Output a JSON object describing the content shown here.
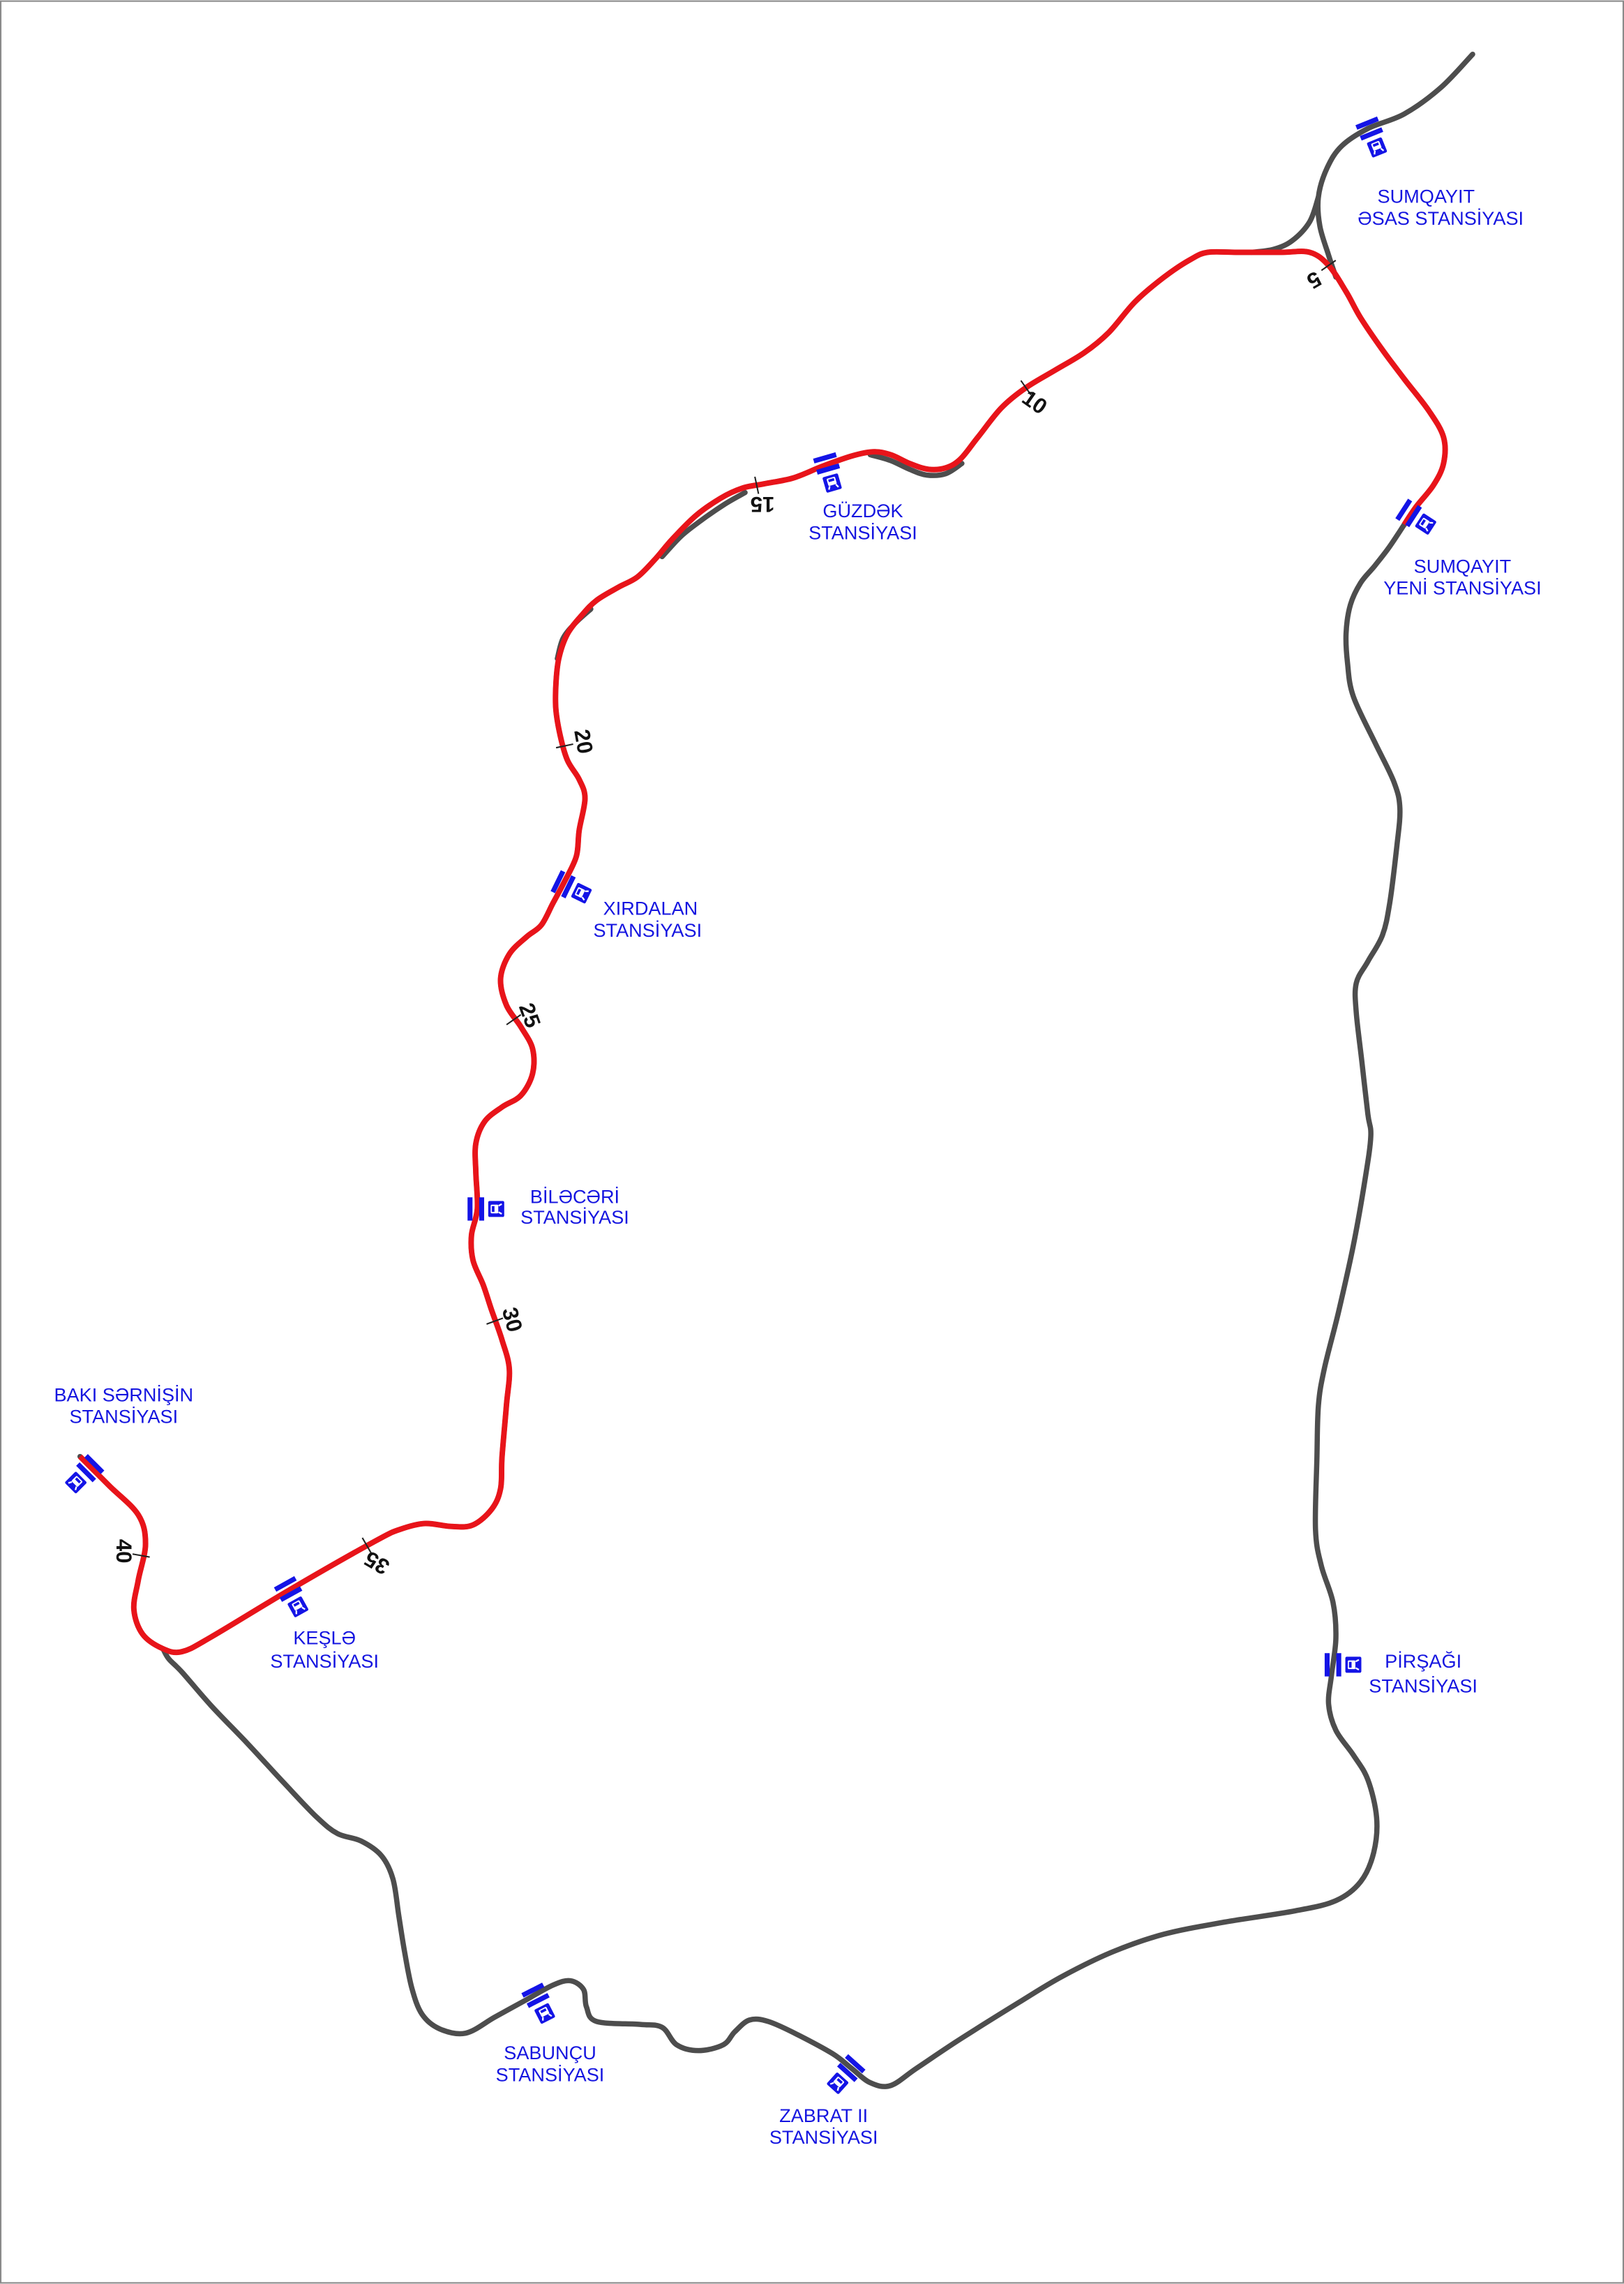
{
  "map": {
    "stations": [
      {
        "name_line1": "SUMQAYIT",
        "name_line2": "ƏSAS STANSİYASI"
      },
      {
        "name_line1": "SUMQAYIT",
        "name_line2": "YENİ STANSİYASI"
      },
      {
        "name_line1": "GÜZDƏK",
        "name_line2": "STANSİYASI"
      },
      {
        "name_line1": "XIRDALAN",
        "name_line2": "STANSİYASI"
      },
      {
        "name_line1": "BİLƏCƏRİ",
        "name_line2": "STANSİYASI"
      },
      {
        "name_line1": "BAKI SƏRNİŞİN",
        "name_line2": "STANSİYASI"
      },
      {
        "name_line1": "KEŞLƏ",
        "name_line2": "STANSİYASI"
      },
      {
        "name_line1": "PİRŞAĞI",
        "name_line2": "STANSİYASI"
      },
      {
        "name_line1": "SABUNÇU",
        "name_line2": "STANSİYASI"
      },
      {
        "name_line1": "ZABRAT II",
        "name_line2": "STANSİYASI"
      }
    ],
    "km_markers": [
      "5",
      "10",
      "15",
      "20",
      "25",
      "30",
      "35",
      "40"
    ],
    "icons": {
      "station": "train-station-icon"
    },
    "colors": {
      "route_highlight": "#e8141a",
      "track": "#4d4d4d",
      "station": "#1414e6",
      "station_label": "#1515e0",
      "km_label": "#111111",
      "background": "#ffffff"
    }
  }
}
